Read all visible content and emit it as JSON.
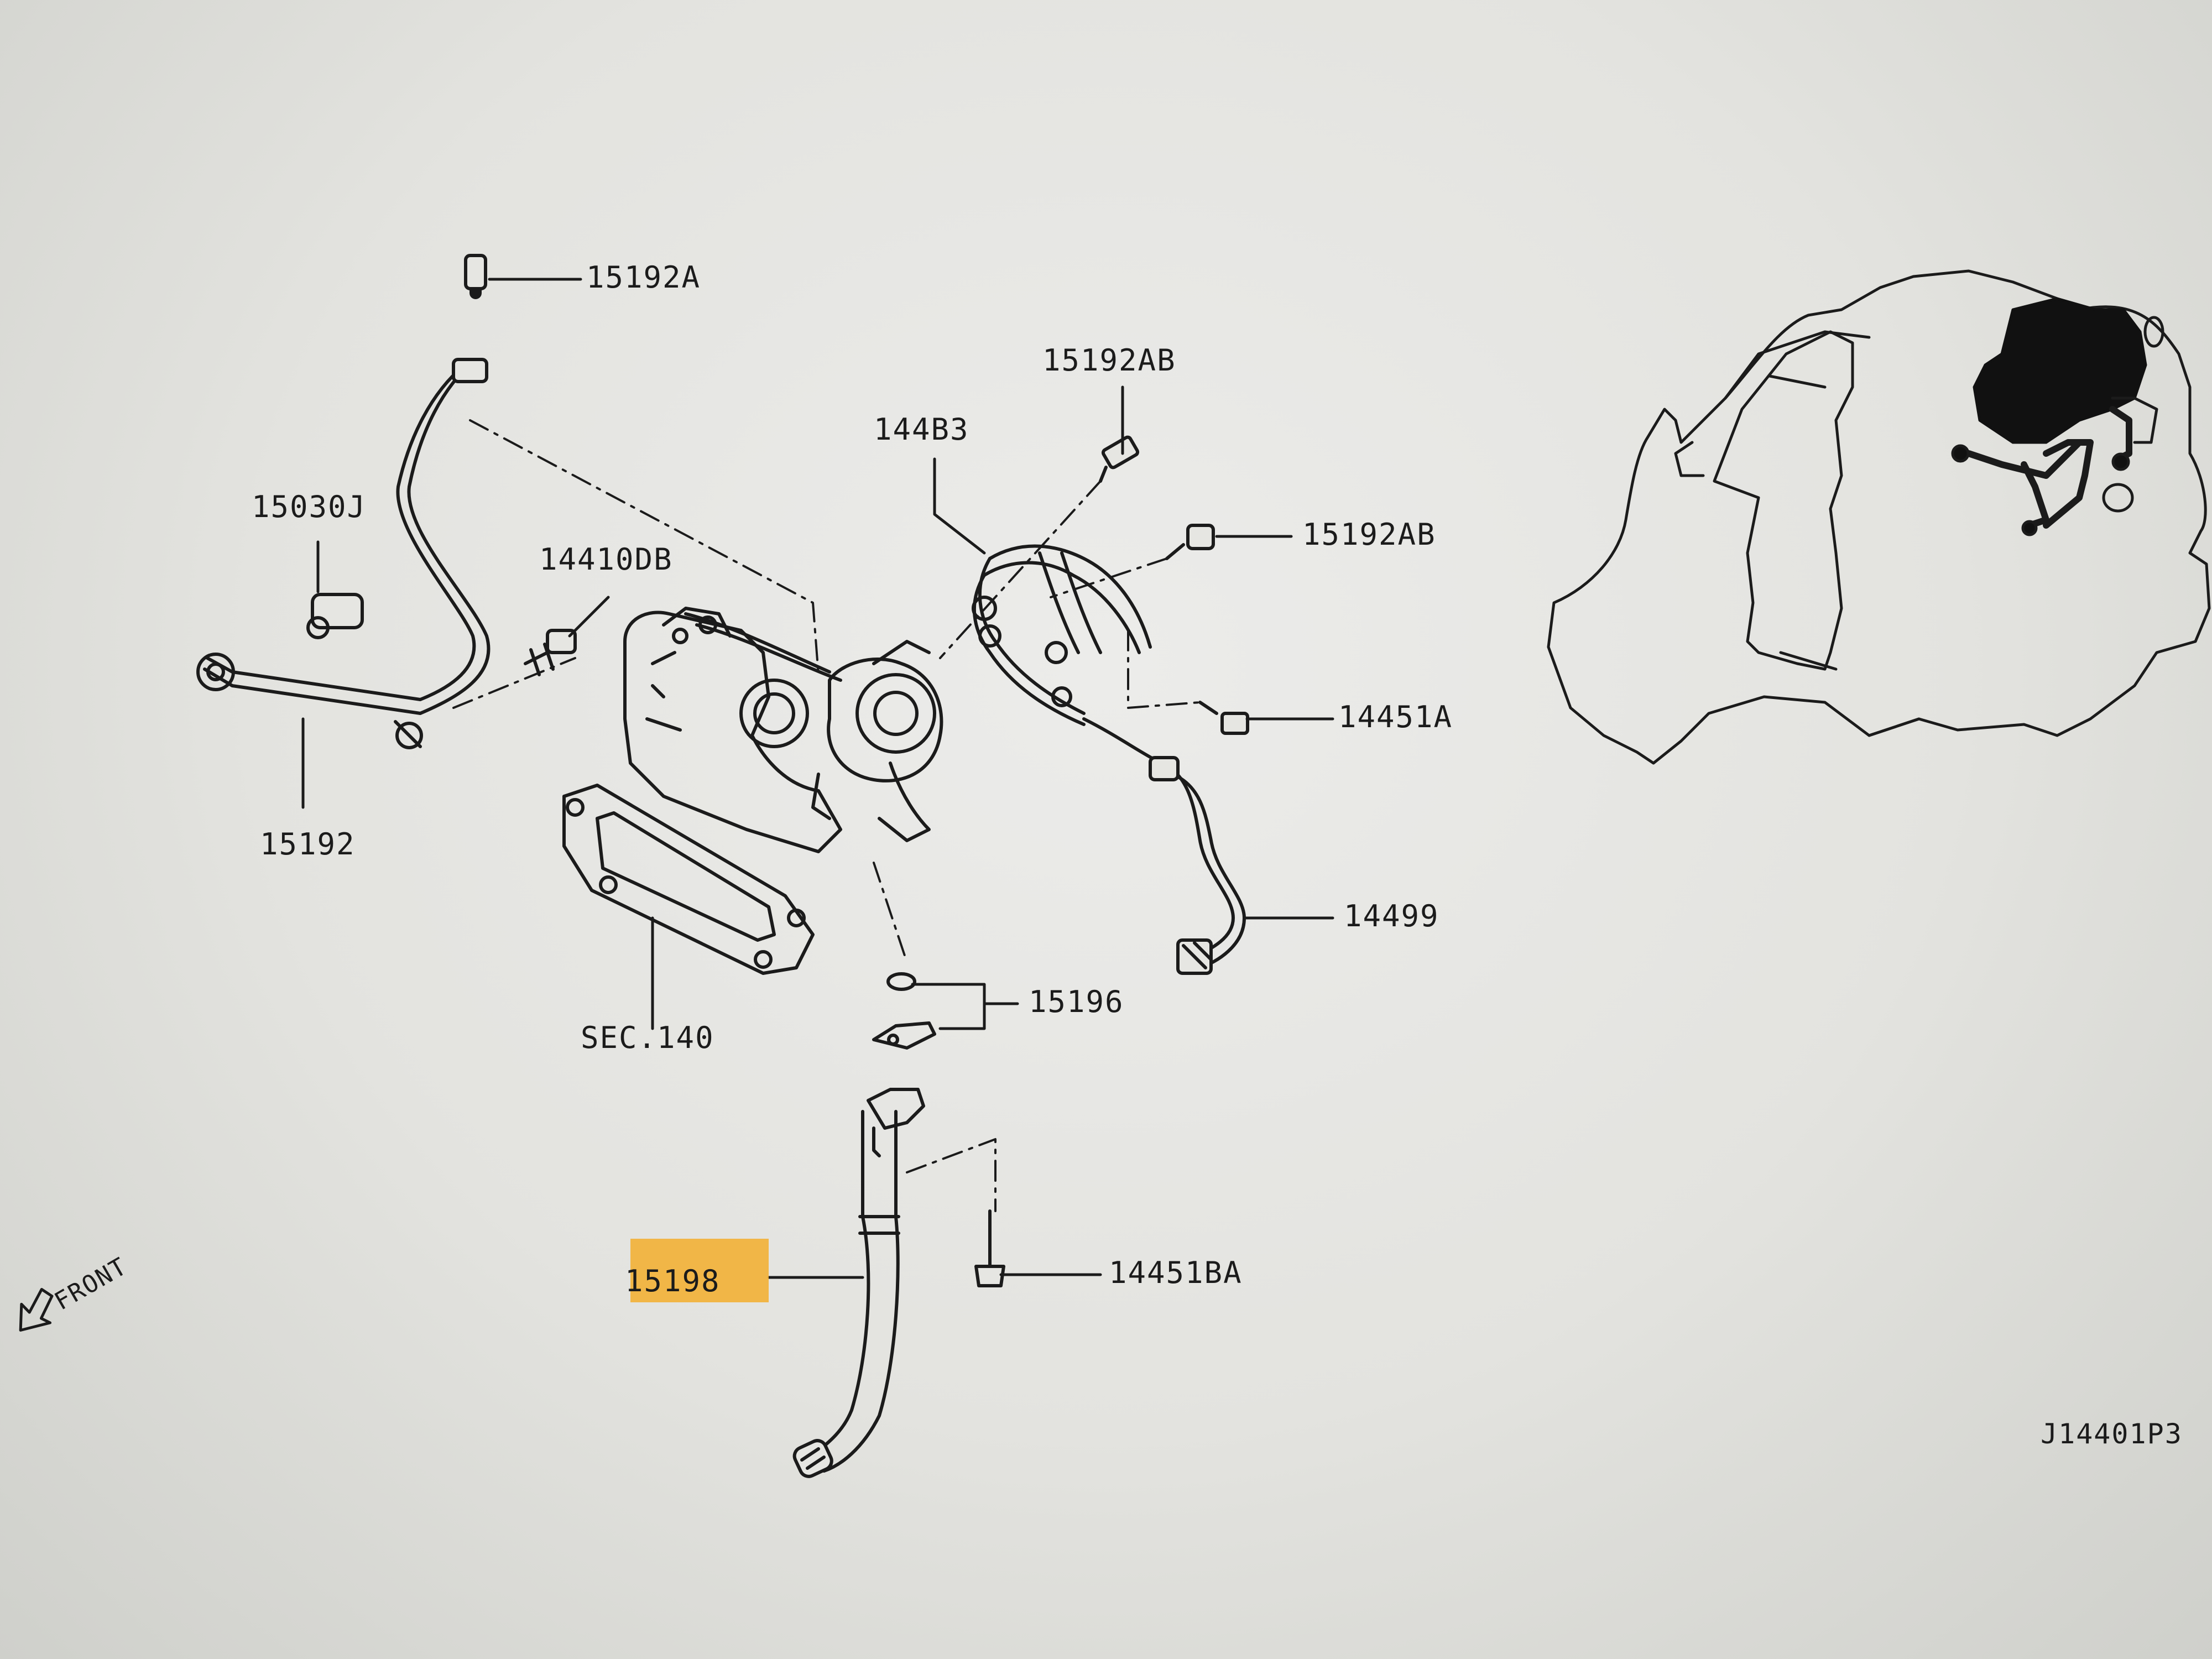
{
  "diagram": {
    "labels": {
      "p15192A": "15192A",
      "p15192AB_top": "15192AB",
      "p144B3": "144B3",
      "p15192AB_right": "15192AB",
      "p15030J": "15030J",
      "p14410DB": "14410DB",
      "p14451A": "14451A",
      "p15192": "15192",
      "p14499": "14499",
      "p15196": "15196",
      "sec140": "SEC.140",
      "p15198": "15198",
      "p14451BA": "14451BA",
      "front": "FRONT",
      "figure_code": "J14401P3"
    },
    "highlighted_part": "15198",
    "colors": {
      "highlight": "#f2b23a",
      "ink": "#1b1b1b",
      "paper": "#e6e6e2"
    }
  }
}
